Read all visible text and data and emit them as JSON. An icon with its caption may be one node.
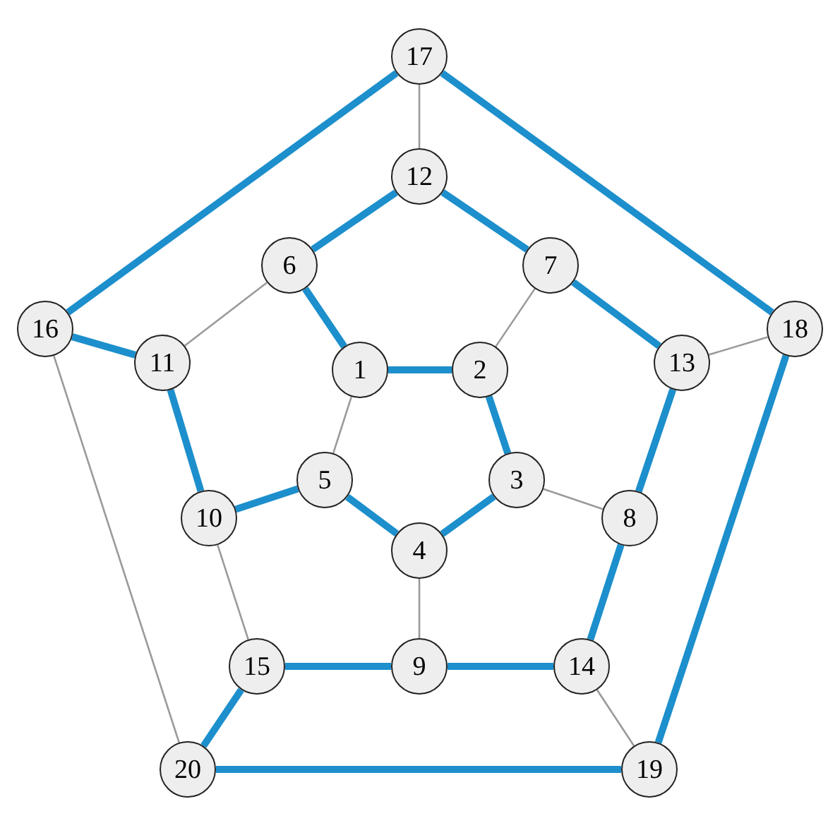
{
  "diagram": {
    "nodes": [
      {
        "text": [
          "17"
        ]
      },
      {
        "text": [
          "12"
        ]
      },
      {
        "text": [
          "6"
        ]
      },
      {
        "text": [
          "7"
        ]
      },
      {
        "text": [
          "16"
        ]
      },
      {
        "text": [
          "18"
        ]
      },
      {
        "text": [
          "11"
        ]
      },
      {
        "text": [
          "13"
        ]
      },
      {
        "text": [
          "1"
        ]
      },
      {
        "text": [
          "2"
        ]
      },
      {
        "text": [
          "5"
        ]
      },
      {
        "text": [
          "3"
        ]
      },
      {
        "text": [
          "10"
        ]
      },
      {
        "text": [
          "8"
        ]
      },
      {
        "text": [
          "4"
        ]
      },
      {
        "text": [
          "15"
        ]
      },
      {
        "text": [
          "9"
        ]
      },
      {
        "text": [
          "14"
        ]
      },
      {
        "text": [
          "20"
        ]
      },
      {
        "text": [
          "19"
        ]
      }
    ],
    "edges": [
      {
        "from": 0,
        "to": 4,
        "arrow": "none"
      },
      {
        "from": 0,
        "to": 5,
        "arrow": "none"
      },
      {
        "from": 1,
        "to": 2,
        "arrow": "none"
      },
      {
        "from": 1,
        "to": 3,
        "arrow": "none"
      },
      {
        "from": 2,
        "to": 8,
        "arrow": "none"
      },
      {
        "from": 8,
        "to": 9,
        "arrow": "none"
      },
      {
        "from": 9,
        "to": 11,
        "arrow": "none"
      },
      {
        "from": 11,
        "to": 14,
        "arrow": "none"
      },
      {
        "from": 14,
        "to": 10,
        "arrow": "none"
      },
      {
        "from": 10,
        "to": 12,
        "arrow": "none"
      },
      {
        "from": 12,
        "to": 6,
        "arrow": "none"
      },
      {
        "from": 6,
        "to": 4,
        "arrow": "none"
      },
      {
        "from": 3,
        "to": 7,
        "arrow": "none"
      },
      {
        "from": 7,
        "to": 13,
        "arrow": "none"
      },
      {
        "from": 13,
        "to": 17,
        "arrow": "none"
      },
      {
        "from": 17,
        "to": 16,
        "arrow": "none"
      },
      {
        "from": 16,
        "to": 15,
        "arrow": "none"
      },
      {
        "from": 15,
        "to": 18,
        "arrow": "none"
      },
      {
        "from": 18,
        "to": 19,
        "arrow": "none"
      },
      {
        "from": 19,
        "to": 5,
        "arrow": "none"
      },
      {
        "from": 0,
        "to": 1,
        "arrow": "none",
        "color": "#9a9a9a"
      },
      {
        "from": 2,
        "to": 6,
        "arrow": "none",
        "color": "#9a9a9a"
      },
      {
        "from": 3,
        "to": 9,
        "arrow": "none",
        "color": "#9a9a9a"
      },
      {
        "from": 7,
        "to": 5,
        "arrow": "none",
        "color": "#9a9a9a"
      },
      {
        "from": 8,
        "to": 10,
        "arrow": "none",
        "color": "#9a9a9a"
      },
      {
        "from": 11,
        "to": 13,
        "arrow": "none",
        "color": "#9a9a9a"
      },
      {
        "from": 14,
        "to": 16,
        "arrow": "none",
        "color": "#9a9a9a"
      },
      {
        "from": 12,
        "to": 15,
        "arrow": "none",
        "color": "#9a9a9a"
      },
      {
        "from": 4,
        "to": 18,
        "arrow": "none",
        "color": "#9a9a9a"
      },
      {
        "from": 17,
        "to": 19,
        "arrow": "none",
        "color": "#9a9a9a"
      }
    ]
  }
}
